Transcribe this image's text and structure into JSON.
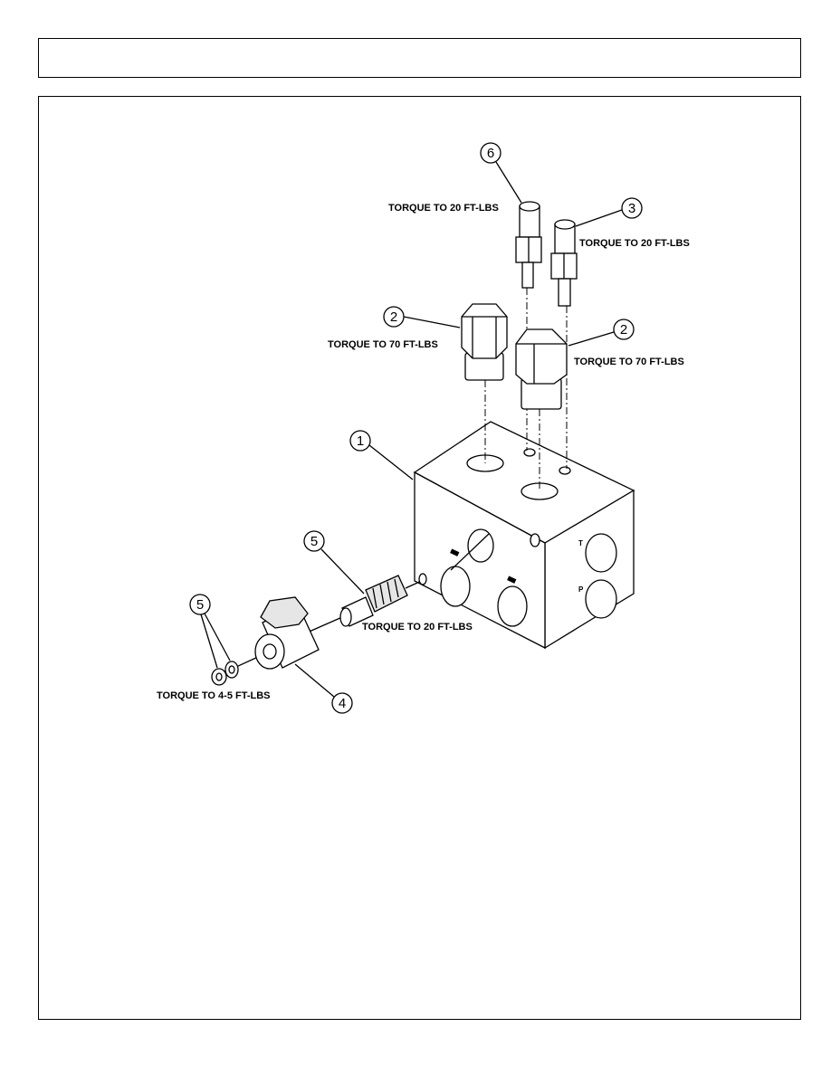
{
  "header": {
    "title": ""
  },
  "diagram": {
    "callouts": {
      "c1": "1",
      "c2a": "2",
      "c2b": "2",
      "c3": "3",
      "c4": "4",
      "c5a": "5",
      "c5b": "5",
      "c6": "6"
    },
    "labels": {
      "torque_6": "TORQUE TO 20 FT-LBS",
      "torque_3": "TORQUE TO 20 FT-LBS",
      "torque_2a": "TORQUE TO 70 FT-LBS",
      "torque_2b": "TORQUE TO 70 FT-LBS",
      "torque_5": "TORQUE TO 20 FT-LBS",
      "torque_nut": "TORQUE TO 4-5 FT-LBS"
    },
    "port_marks": {
      "t": "T",
      "p": "P"
    }
  }
}
